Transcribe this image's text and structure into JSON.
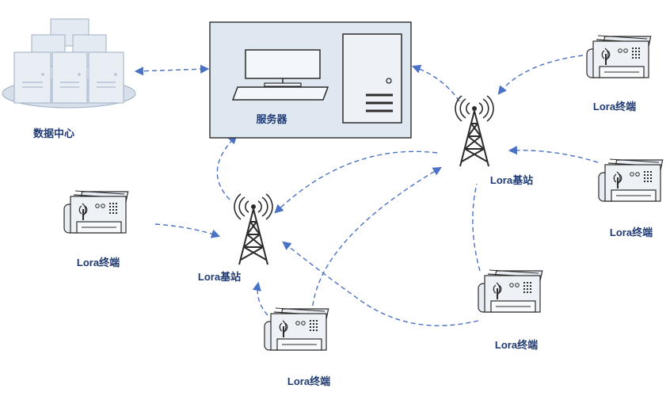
{
  "nodes": {
    "datacenter": {
      "label": "数据中心"
    },
    "server": {
      "label": "服务器"
    },
    "station_left": {
      "label": "Lora基站"
    },
    "station_right": {
      "label": "Lora基站"
    },
    "terminal_top_right": {
      "label": "Lora终端"
    },
    "terminal_mid_right": {
      "label": "Lora终端"
    },
    "terminal_left": {
      "label": "Lora终端"
    },
    "terminal_bottom": {
      "label": "Lora终端"
    },
    "terminal_bottom_right": {
      "label": "Lora终端"
    }
  },
  "colors": {
    "connector": "#4a72c4",
    "server_fill": "#dfe7f1",
    "datacenter_fill": "#d6dfea",
    "label_text": "#1f3a73",
    "terminal_fill": "#e8edf3"
  }
}
